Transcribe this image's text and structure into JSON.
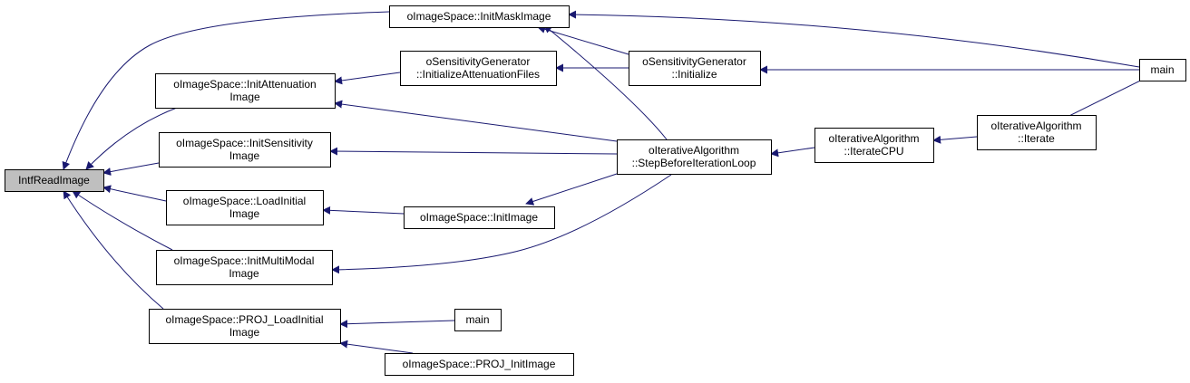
{
  "diagram": {
    "type": "call-graph",
    "nodes": [
      {
        "id": "intf_read_image",
        "lines": [
          "IntfReadImage"
        ],
        "highlighted": true
      },
      {
        "id": "init_mask_image",
        "lines": [
          "oImageSpace::InitMaskImage"
        ]
      },
      {
        "id": "init_attenuation_image",
        "lines": [
          "oImageSpace::InitAttenuation",
          "Image"
        ]
      },
      {
        "id": "init_sensitivity_image",
        "lines": [
          "oImageSpace::InitSensitivity",
          "Image"
        ]
      },
      {
        "id": "load_initial_image",
        "lines": [
          "oImageSpace::LoadInitial",
          "Image"
        ]
      },
      {
        "id": "init_multimodal_image",
        "lines": [
          "oImageSpace::InitMultiModal",
          "Image"
        ]
      },
      {
        "id": "proj_load_initial_image",
        "lines": [
          "oImageSpace::PROJ_LoadInitial",
          "Image"
        ]
      },
      {
        "id": "initialize_attenuation_files",
        "lines": [
          "oSensitivityGenerator",
          "::InitializeAttenuationFiles"
        ]
      },
      {
        "id": "sensitivity_initialize",
        "lines": [
          "oSensitivityGenerator",
          "::Initialize"
        ]
      },
      {
        "id": "init_image",
        "lines": [
          "oImageSpace::InitImage"
        ]
      },
      {
        "id": "step_before_iteration_loop",
        "lines": [
          "oIterativeAlgorithm",
          "::StepBeforeIterationLoop"
        ]
      },
      {
        "id": "iterate_cpu",
        "lines": [
          "oIterativeAlgorithm",
          "::IterateCPU"
        ]
      },
      {
        "id": "iterate",
        "lines": [
          "oIterativeAlgorithm",
          "::Iterate"
        ]
      },
      {
        "id": "main_top",
        "lines": [
          "main"
        ]
      },
      {
        "id": "main_bottom",
        "lines": [
          "main"
        ]
      },
      {
        "id": "proj_init_image",
        "lines": [
          "oImageSpace::PROJ_InitImage"
        ]
      }
    ],
    "edges": [
      {
        "from": "init_mask_image",
        "to": "intf_read_image"
      },
      {
        "from": "init_attenuation_image",
        "to": "intf_read_image"
      },
      {
        "from": "init_sensitivity_image",
        "to": "intf_read_image"
      },
      {
        "from": "load_initial_image",
        "to": "intf_read_image"
      },
      {
        "from": "init_multimodal_image",
        "to": "intf_read_image"
      },
      {
        "from": "proj_load_initial_image",
        "to": "intf_read_image"
      },
      {
        "from": "main_top",
        "to": "init_mask_image"
      },
      {
        "from": "sensitivity_initialize",
        "to": "init_mask_image"
      },
      {
        "from": "step_before_iteration_loop",
        "to": "init_mask_image"
      },
      {
        "from": "initialize_attenuation_files",
        "to": "init_attenuation_image"
      },
      {
        "from": "step_before_iteration_loop",
        "to": "init_attenuation_image"
      },
      {
        "from": "sensitivity_initialize",
        "to": "initialize_attenuation_files"
      },
      {
        "from": "main_top",
        "to": "sensitivity_initialize"
      },
      {
        "from": "step_before_iteration_loop",
        "to": "init_sensitivity_image"
      },
      {
        "from": "init_image",
        "to": "load_initial_image"
      },
      {
        "from": "step_before_iteration_loop",
        "to": "init_image"
      },
      {
        "from": "step_before_iteration_loop",
        "to": "init_multimodal_image"
      },
      {
        "from": "iterate_cpu",
        "to": "step_before_iteration_loop"
      },
      {
        "from": "iterate",
        "to": "iterate_cpu"
      },
      {
        "from": "main_top",
        "to": "iterate"
      },
      {
        "from": "main_bottom",
        "to": "proj_load_initial_image"
      },
      {
        "from": "proj_init_image",
        "to": "proj_load_initial_image"
      }
    ],
    "colors": {
      "edge": "#191970",
      "node_border": "#000000",
      "node_fill": "#ffffff",
      "highlight_fill": "#bfbfbf"
    }
  }
}
